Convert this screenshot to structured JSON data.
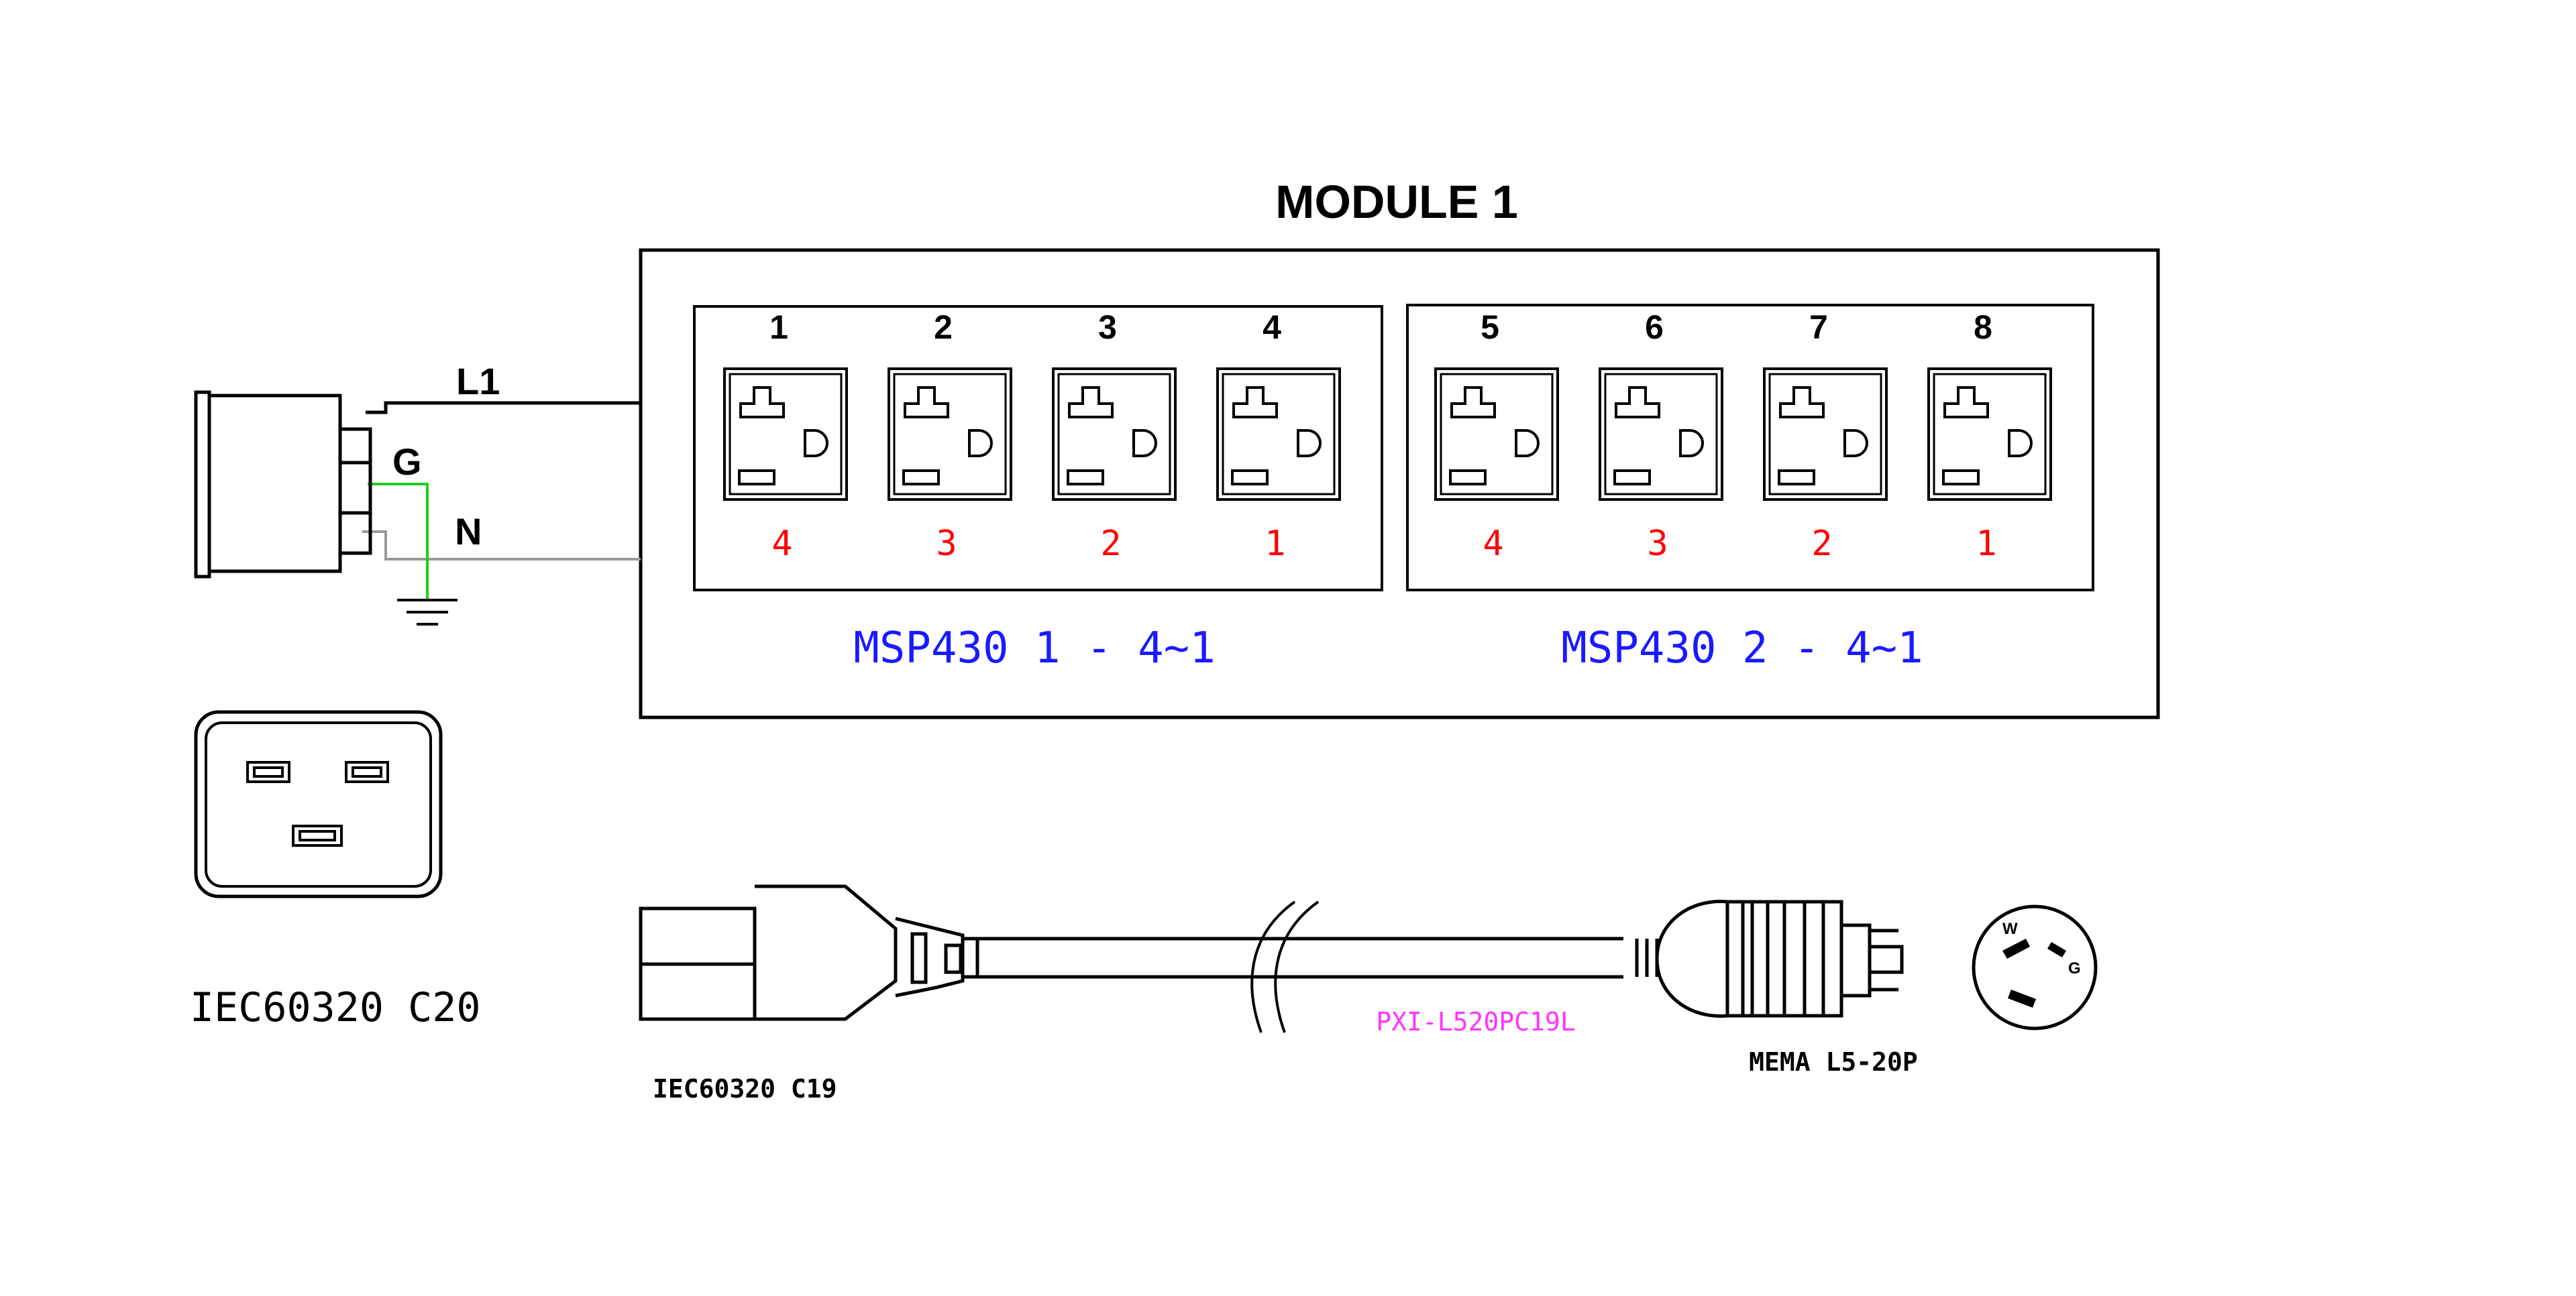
{
  "module_title": "MODULE 1",
  "wires": {
    "l1": "L1",
    "g": "G",
    "n": "N"
  },
  "groups": [
    {
      "label": "MSP430 1 - 4~1",
      "outlets": [
        {
          "number": "1",
          "channel": "4"
        },
        {
          "number": "2",
          "channel": "3"
        },
        {
          "number": "3",
          "channel": "2"
        },
        {
          "number": "4",
          "channel": "1"
        }
      ]
    },
    {
      "label": "MSP430 2 - 4~1",
      "outlets": [
        {
          "number": "5",
          "channel": "4"
        },
        {
          "number": "6",
          "channel": "3"
        },
        {
          "number": "7",
          "channel": "2"
        },
        {
          "number": "8",
          "channel": "1"
        }
      ]
    }
  ],
  "inlet_label": "IEC60320 C20",
  "cable": {
    "c19_label": "IEC60320 C19",
    "part_number": "PXI-L520PC19L",
    "plug_label": "MEMA L5-20P",
    "plug_face_w": "W",
    "plug_face_g": "G"
  },
  "colors": {
    "line": "#000000",
    "ground_wire": "#22cc22",
    "neutral_wire": "#999999",
    "channel_numbers": "#ff0000",
    "group_labels": "#1a1aff",
    "part_number": "#ff33ff"
  }
}
